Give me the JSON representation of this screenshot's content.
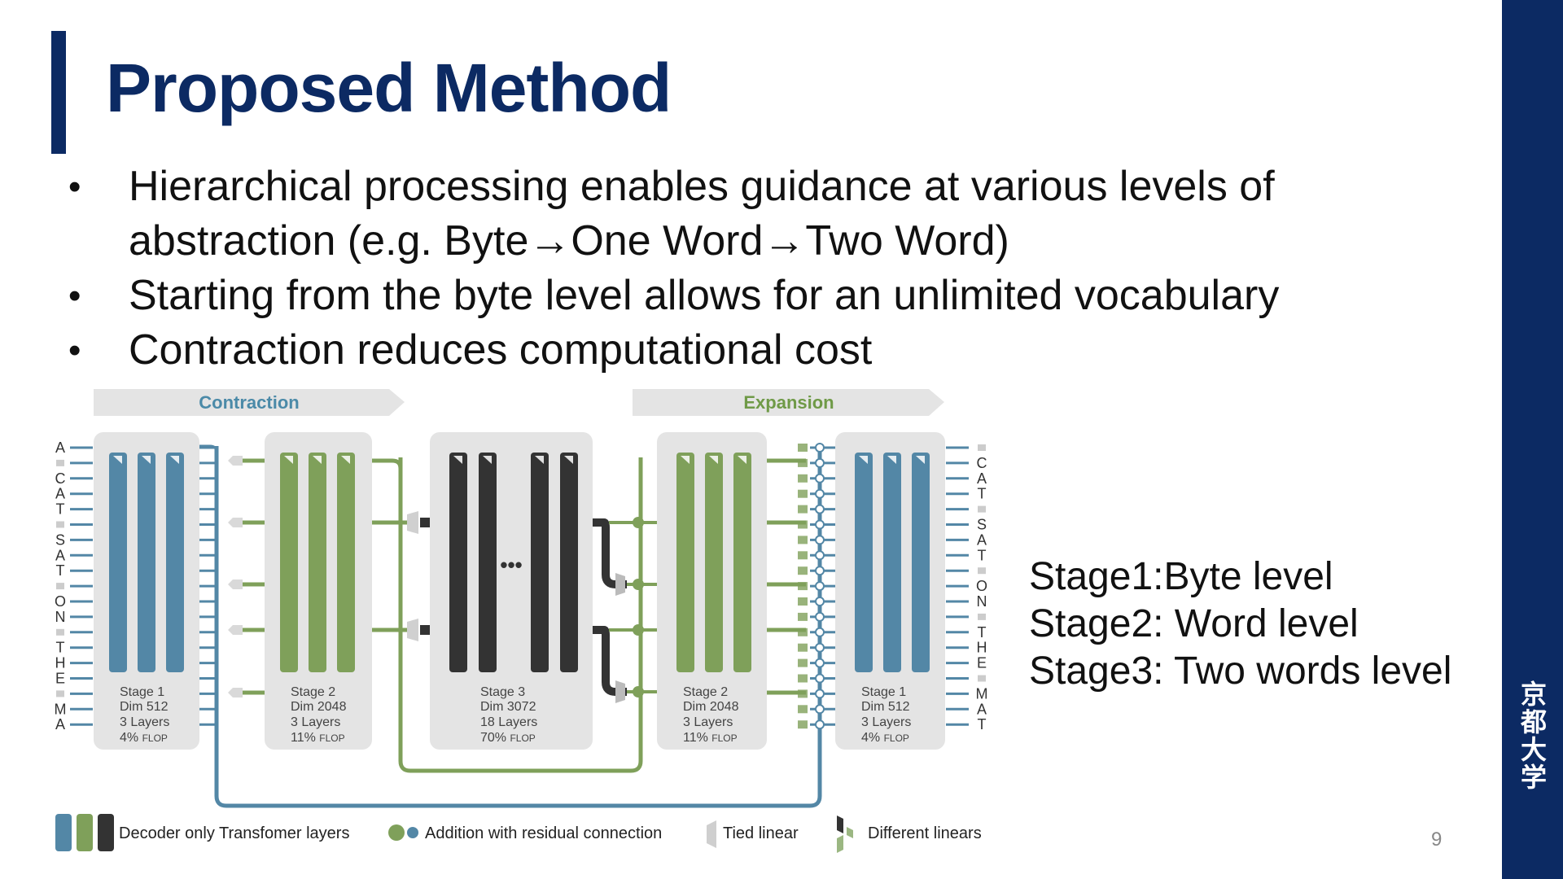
{
  "title": "Proposed Method",
  "bullets": [
    "Hierarchical processing enables guidance at various levels of abstraction (e.g. Byte→One Word→Two Word)",
    "Starting from the byte level allows for an unlimited vocabulary",
    "Contraction reduces computational cost"
  ],
  "diagram": {
    "contraction_label": "Contraction",
    "expansion_label": "Expansion",
    "input_letters": [
      "A",
      "",
      "C",
      "A",
      "T",
      "",
      "S",
      "A",
      "T",
      "",
      "O",
      "N",
      "",
      "T",
      "H",
      "E",
      "",
      "M",
      "A"
    ],
    "output_letters": [
      "",
      "C",
      "A",
      "T",
      "",
      "S",
      "A",
      "T",
      "",
      "O",
      "N",
      "",
      "T",
      "H",
      "E",
      "",
      "M",
      "A",
      "T"
    ],
    "blocks": [
      {
        "stage": "Stage 1",
        "dim": "Dim 512",
        "layers": "3 Layers",
        "flop_pct": "4%",
        "flop": "FLOP",
        "color": "#5387a6"
      },
      {
        "stage": "Stage 2",
        "dim": "Dim 2048",
        "layers": "3 Layers",
        "flop_pct": "11%",
        "flop": "FLOP",
        "color": "#7fa05a"
      },
      {
        "stage": "Stage 3",
        "dim": "Dim 3072",
        "layers": "18 Layers",
        "flop_pct": "70%",
        "flop": "FLOP",
        "color": "#333333"
      },
      {
        "stage": "Stage 2",
        "dim": "Dim 2048",
        "layers": "3 Layers",
        "flop_pct": "11%",
        "flop": "FLOP",
        "color": "#7fa05a"
      },
      {
        "stage": "Stage 1",
        "dim": "Dim 512",
        "layers": "3 Layers",
        "flop_pct": "4%",
        "flop": "FLOP",
        "color": "#5387a6"
      }
    ],
    "ellipsis": "•••",
    "legend": {
      "decoder": "Decoder only Transfomer layers",
      "addition": "Addition with residual connection",
      "tied": "Tied linear",
      "different": "Different linears"
    }
  },
  "stage_notes": [
    "Stage1:Byte level",
    "Stage2: Word level",
    "Stage3: Two words level"
  ],
  "university": [
    "京",
    "都",
    "大",
    "学"
  ],
  "page_number": "9",
  "colors": {
    "navy": "#0c2a63",
    "blue": "#5387a6",
    "green": "#7fa05a",
    "dark": "#333333",
    "panel": "#e4e4e4"
  }
}
